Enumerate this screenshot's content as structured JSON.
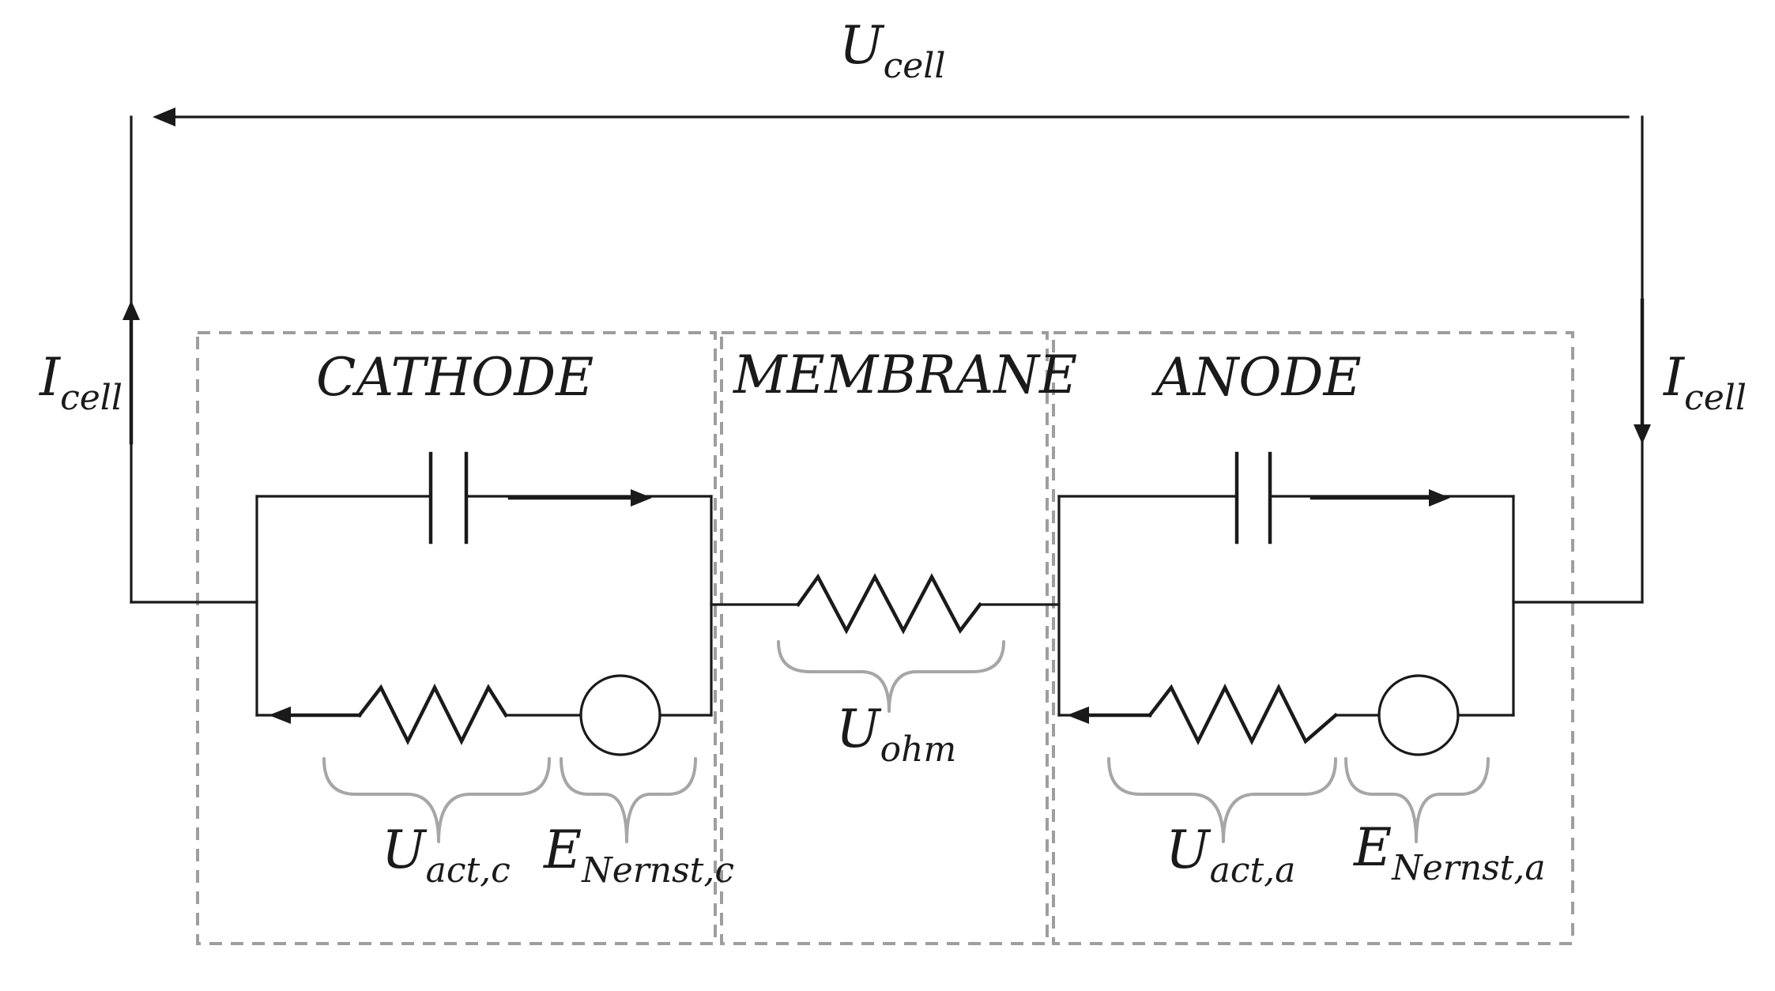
{
  "diagram": {
    "top_voltage": {
      "main": "U",
      "sub": "cell"
    },
    "current_left": {
      "main": "I",
      "sub": "cell"
    },
    "current_right": {
      "main": "I",
      "sub": "cell"
    },
    "regions": {
      "cathode": "CATHODE",
      "membrane": "MEMBRANE",
      "anode": "ANODE"
    },
    "labels": {
      "u_ohm": {
        "main": "U",
        "sub": "ohm"
      },
      "u_act_c": {
        "main": "U",
        "sub": "act,c"
      },
      "e_nernst_c": {
        "main": "E",
        "sub": "Nernst,c"
      },
      "u_act_a": {
        "main": "U",
        "sub": "act,a"
      },
      "e_nernst_a": {
        "main": "E",
        "sub": "Nernst,a"
      }
    },
    "colors": {
      "wire": "#1a1a1a",
      "dashed_box": "#9e9e9e",
      "brace": "#a6a6a6"
    }
  }
}
